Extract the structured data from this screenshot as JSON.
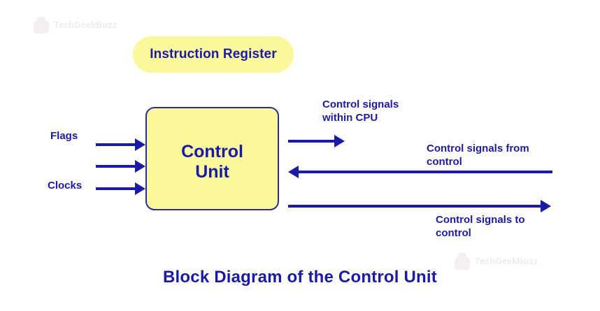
{
  "diagram": {
    "caption": "Block Diagram of the Control Unit",
    "instruction_register": {
      "label": "Instruction Register"
    },
    "control_unit": {
      "label": "Control\nUnit"
    },
    "inputs": [
      {
        "name": "flags",
        "label": "Flags",
        "direction": "into-control-unit"
      },
      {
        "name": "middle",
        "label": "",
        "direction": "into-control-unit"
      },
      {
        "name": "clocks",
        "label": "Clocks",
        "direction": "into-control-unit"
      }
    ],
    "outputs": [
      {
        "name": "within-cpu",
        "label": "Control signals\nwithin CPU",
        "direction": "out-right"
      },
      {
        "name": "from-control",
        "label": "Control signals from\ncontrol",
        "direction": "in-left"
      },
      {
        "name": "to-control",
        "label": "Control signals to\ncontrol",
        "direction": "out-right"
      }
    ]
  },
  "watermarks": [
    {
      "name": "top-left",
      "text": "TechGeekBuzz"
    },
    {
      "name": "center",
      "text": "TechGeekBuzz"
    },
    {
      "name": "bottom-right",
      "text": "TechGeekBuzz"
    }
  ],
  "colors": {
    "accent_blue": "#1a1aa8",
    "box_fill_yellow": "#faf89a",
    "pill_fill_yellow": "#fbf79b",
    "box_border_blue": "#2b2b9e",
    "background": "#ffffff"
  }
}
